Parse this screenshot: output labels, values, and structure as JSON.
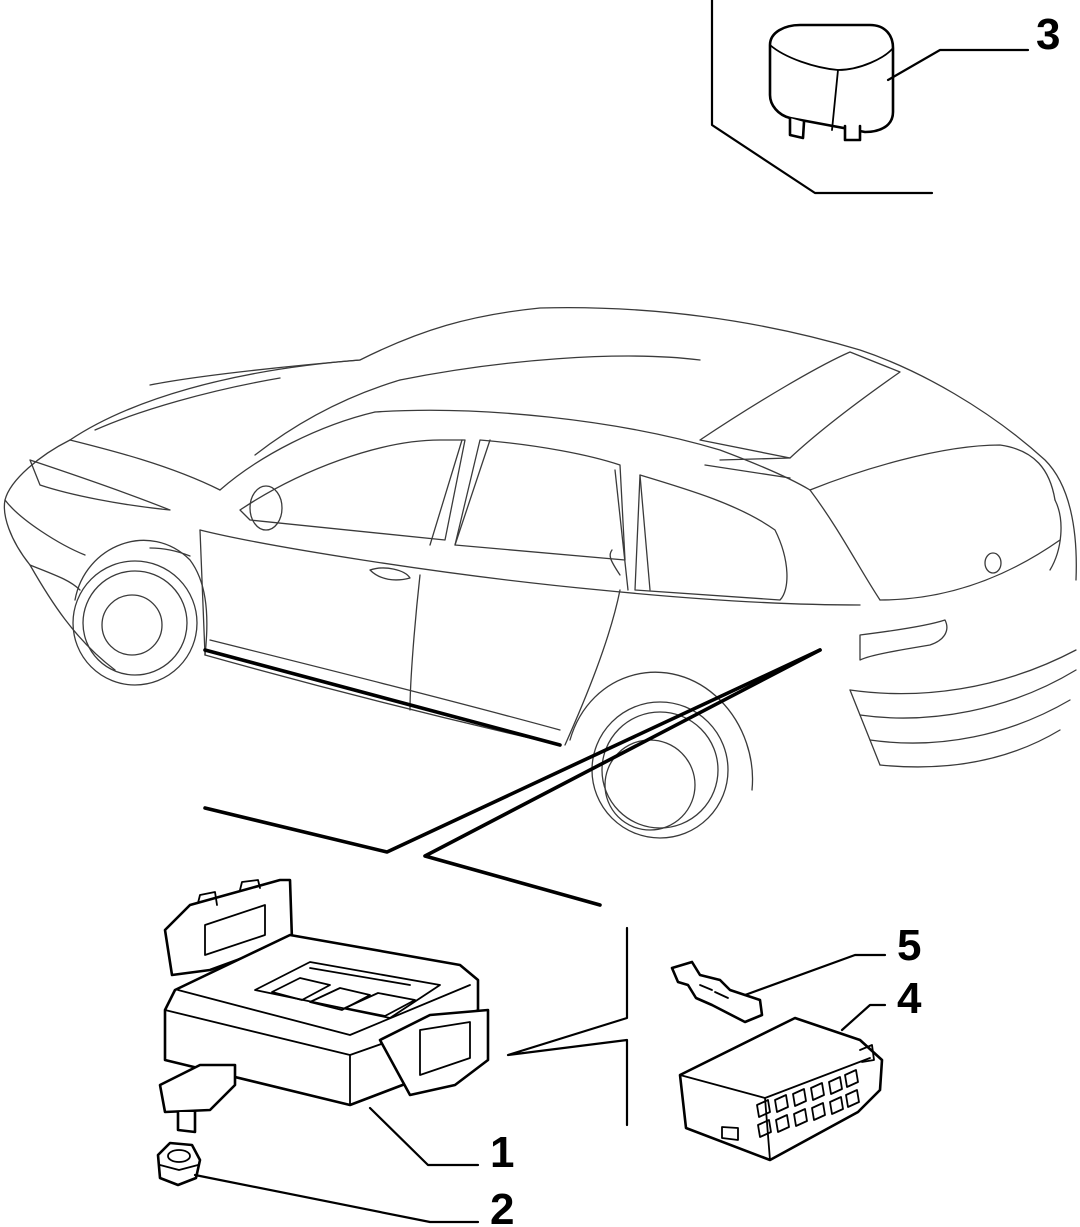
{
  "callouts": {
    "part_1": "1",
    "part_2": "2",
    "part_3": "3",
    "part_4": "4",
    "part_5": "5"
  },
  "parts": [
    {
      "ref": "1",
      "icon": "control-unit-icon"
    },
    {
      "ref": "2",
      "icon": "nut-icon"
    },
    {
      "ref": "3",
      "icon": "relay-icon"
    },
    {
      "ref": "4",
      "icon": "connector-housing-icon"
    },
    {
      "ref": "5",
      "icon": "terminal-icon"
    }
  ],
  "colors": {
    "line": "#000000",
    "vehicle_outline": "#3a3a3a",
    "background": "#ffffff"
  }
}
